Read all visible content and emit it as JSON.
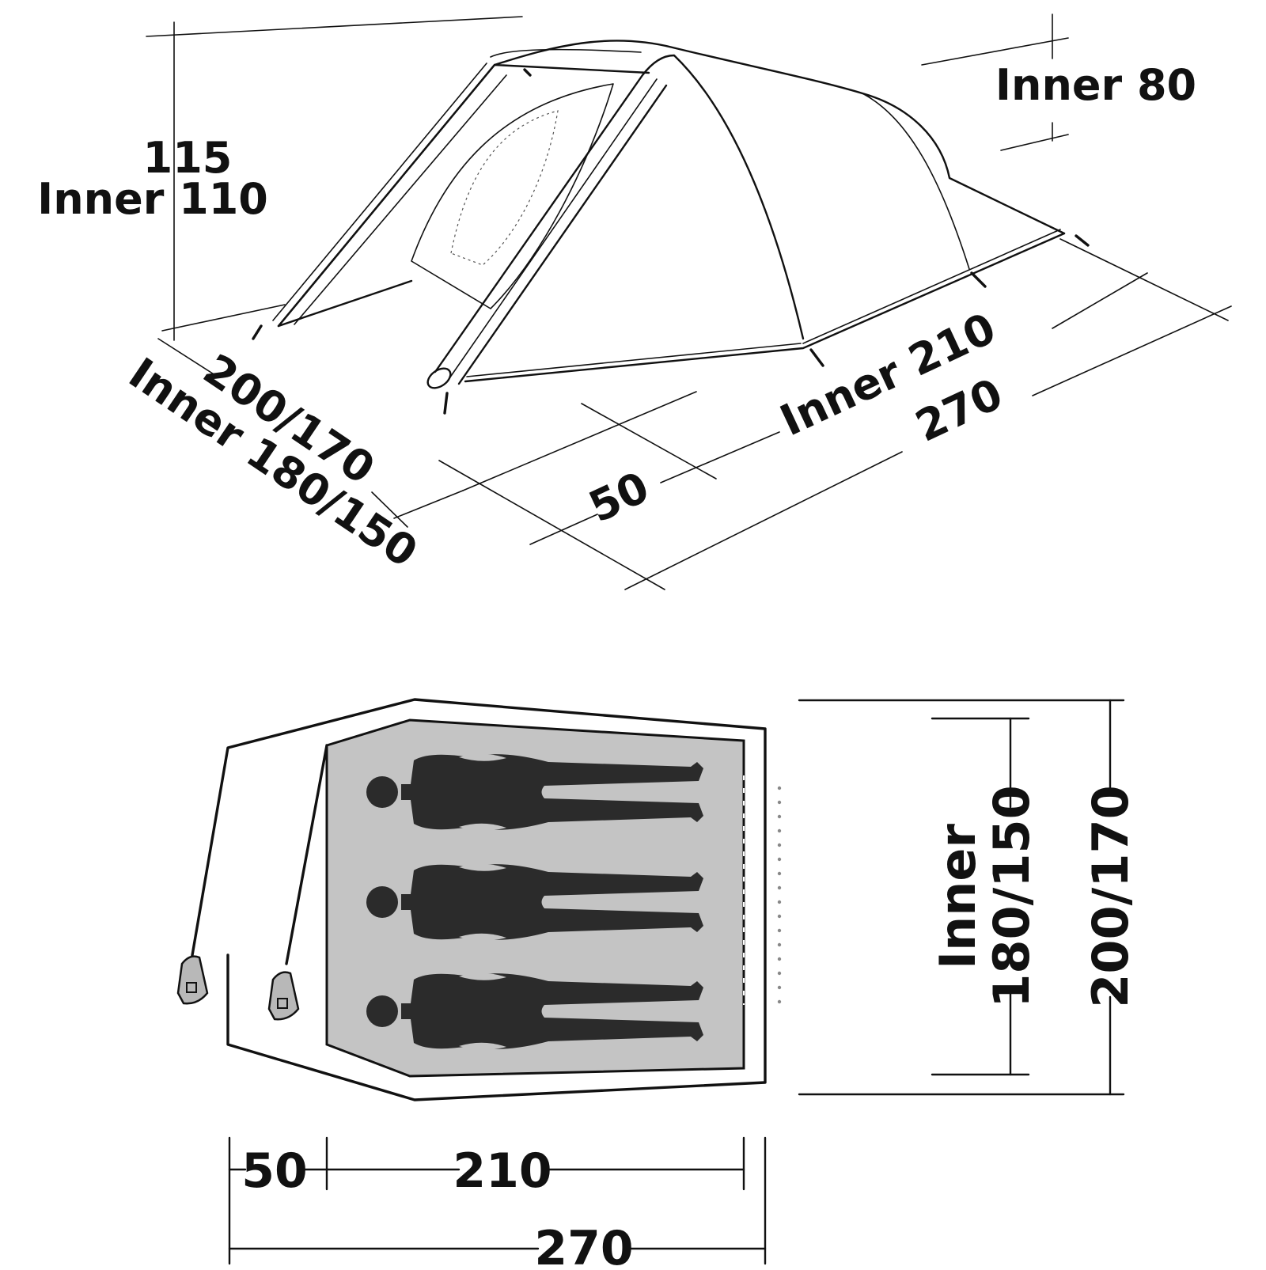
{
  "colors": {
    "ink": "#111111",
    "inner_floor": "#c4c4c4",
    "sleeper": "#2b2b2b",
    "peg": "#b8b8b8",
    "background": "#ffffff"
  },
  "perspective_view": {
    "height_total": "115",
    "height_inner": "Inner 110",
    "rear_inner_height": "Inner 80",
    "width_total": "200/170",
    "width_inner": "Inner 180/150",
    "vestibule": "50",
    "length_inner": "Inner 210",
    "length_total": "270"
  },
  "floor_plan": {
    "vestibule": "50",
    "inner_length": "210",
    "total_length": "270",
    "inner_width_label": "Inner",
    "inner_width": "180/150",
    "total_width": "200/170",
    "sleeper_count": 3
  },
  "icons": {
    "sleeper": "person-silhouette-icon",
    "peg": "tent-peg-icon"
  }
}
